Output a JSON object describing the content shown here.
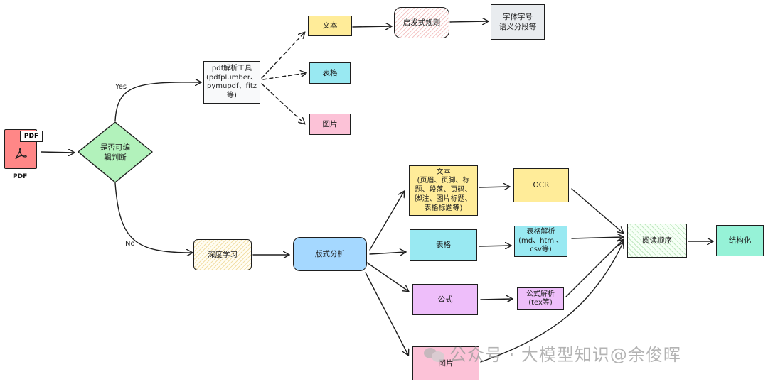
{
  "pdf_icon": {
    "badge": "PDF",
    "caption": "PDF"
  },
  "decision": {
    "text": "是否可编\n辑判断"
  },
  "edges": {
    "yes": "Yes",
    "no": "No"
  },
  "parse_tool": {
    "text": "pdf解析工具\n(pdfplumber、\npymupdf、fitz\n等)"
  },
  "yes_branch": {
    "text": "文本",
    "table": "表格",
    "image": "图片",
    "heuristic": "启发式规则",
    "font_output": "字体字号\n语义分段等"
  },
  "no_branch": {
    "deep_learning": "深度学习",
    "layout": "版式分析",
    "text": "文本\n(页眉、页脚、标\n题、段落、页码、\n脚注、图片标题、\n表格标题等)",
    "ocr": "OCR",
    "table": "表格",
    "table_parse": "表格解析\n(md、html、\ncsv等)",
    "formula": "公式",
    "formula_parse": "公式解析\n(tex等)",
    "image": "图片",
    "reading_order": "阅读顺序",
    "structure": "结构化"
  },
  "watermark": {
    "text": "公众号 · 大模型知识@余俊晖"
  },
  "colors": {
    "yellow": "#ffec99",
    "cyan": "#99e9f2",
    "pink": "#fcc2d7",
    "purple": "#eebefa",
    "blue": "#a5d8ff",
    "green": "#b2f2bb",
    "teal": "#96f2d7",
    "gray": "#e9ecef",
    "red": "#ff8787"
  }
}
